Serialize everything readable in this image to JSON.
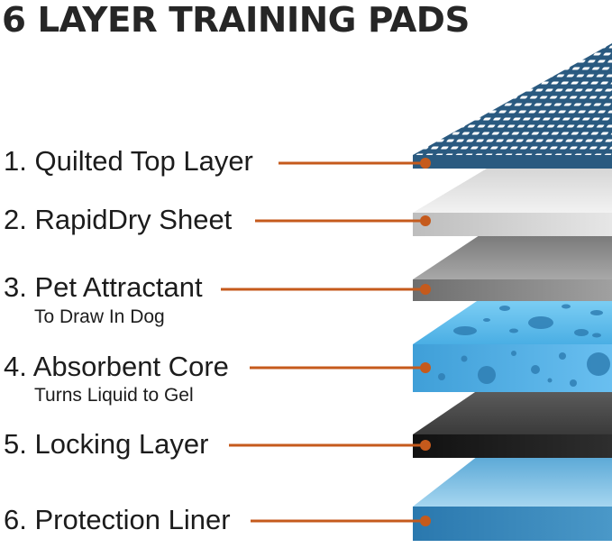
{
  "title": "6 LAYER TRAINING PADS",
  "layers": [
    {
      "label": "1. Quilted Top Layer",
      "sublabel": ""
    },
    {
      "label": "2. RapidDry Sheet",
      "sublabel": ""
    },
    {
      "label": "3. Pet Attractant",
      "sublabel": "To Draw In Dog"
    },
    {
      "label": "4. Absorbent Core",
      "sublabel": "Turns Liquid to Gel"
    },
    {
      "label": "5. Locking Layer",
      "sublabel": ""
    },
    {
      "label": "6. Protection Liner",
      "sublabel": ""
    }
  ],
  "colors": {
    "leader_line": "#c55a1c",
    "top_layer": "#2a5a80",
    "rapiddry_sheet": "#d3d3d3",
    "pet_attractant": "#8c8c8c",
    "absorbent_core": "#56b6e8",
    "locking_layer": "#3a3a3a",
    "protection_liner": "#4a98c8"
  }
}
